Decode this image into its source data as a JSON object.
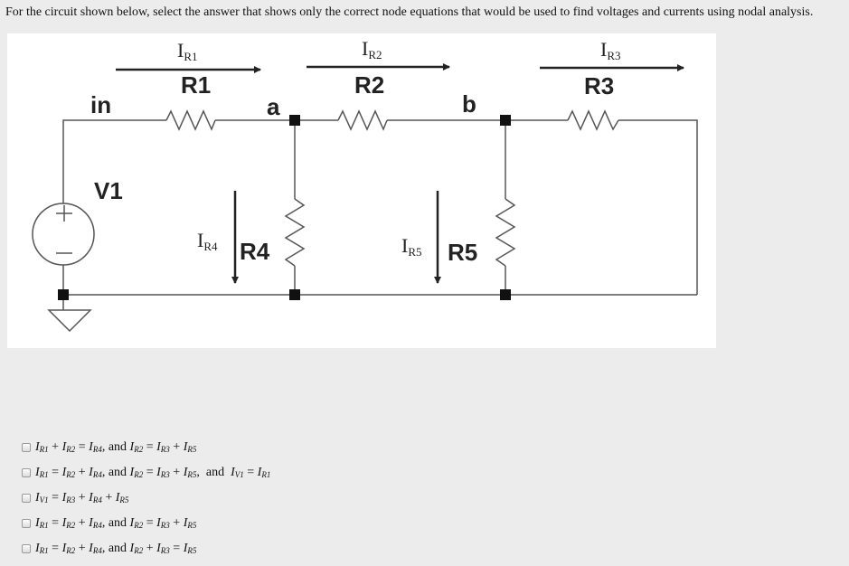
{
  "question": "For the circuit shown below, select the answer that shows only the correct node equations that would be used to find voltages and currents using nodal analysis.",
  "circuit": {
    "labels": {
      "in": "in",
      "v1": "V1",
      "node_a": "a",
      "node_b": "b",
      "r1": "R1",
      "r2": "R2",
      "r3": "R3",
      "r4": "R4",
      "r5": "R5"
    },
    "currents": {
      "ir1": {
        "main": "I",
        "sub": "R1"
      },
      "ir2": {
        "main": "I",
        "sub": "R2"
      },
      "ir3": {
        "main": "I",
        "sub": "R3"
      },
      "ir4": {
        "main": "I",
        "sub": "R4"
      },
      "ir5": {
        "main": "I",
        "sub": "R5"
      }
    }
  },
  "options": [
    {
      "terms": [
        {
          "v": "I",
          "s": "R1"
        },
        {
          "op": " + "
        },
        {
          "v": "I",
          "s": "R2"
        },
        {
          "op": " = "
        },
        {
          "v": "I",
          "s": "R4"
        },
        {
          "t": ", and "
        },
        {
          "v": "I",
          "s": "R2"
        },
        {
          "op": " = "
        },
        {
          "v": "I",
          "s": "R3"
        },
        {
          "op": " + "
        },
        {
          "v": "I",
          "s": "R5"
        }
      ]
    },
    {
      "terms": [
        {
          "v": "I",
          "s": "R1"
        },
        {
          "op": " = "
        },
        {
          "v": "I",
          "s": "R2"
        },
        {
          "op": " + "
        },
        {
          "v": "I",
          "s": "R4"
        },
        {
          "t": ", and "
        },
        {
          "v": "I",
          "s": "R2"
        },
        {
          "op": " = "
        },
        {
          "v": "I",
          "s": "R3"
        },
        {
          "op": " + "
        },
        {
          "v": "I",
          "s": "R5"
        },
        {
          "t": ",  and  "
        },
        {
          "v": "I",
          "s": "V1"
        },
        {
          "op": " = "
        },
        {
          "v": "I",
          "s": "R1"
        }
      ]
    },
    {
      "terms": [
        {
          "v": "I",
          "s": "V1"
        },
        {
          "op": " = "
        },
        {
          "v": "I",
          "s": "R3"
        },
        {
          "op": " + "
        },
        {
          "v": "I",
          "s": "R4"
        },
        {
          "op": " + "
        },
        {
          "v": "I",
          "s": "R5"
        }
      ]
    },
    {
      "terms": [
        {
          "v": "I",
          "s": "R1"
        },
        {
          "op": " = "
        },
        {
          "v": "I",
          "s": "R2"
        },
        {
          "op": " + "
        },
        {
          "v": "I",
          "s": "R4"
        },
        {
          "t": ", and "
        },
        {
          "v": "I",
          "s": "R2"
        },
        {
          "op": " = "
        },
        {
          "v": "I",
          "s": "R3"
        },
        {
          "op": " + "
        },
        {
          "v": "I",
          "s": "R5"
        }
      ]
    },
    {
      "terms": [
        {
          "v": "I",
          "s": "R1"
        },
        {
          "op": " = "
        },
        {
          "v": "I",
          "s": "R2"
        },
        {
          "op": " + "
        },
        {
          "v": "I",
          "s": "R4"
        },
        {
          "t": ", and "
        },
        {
          "v": "I",
          "s": "R2"
        },
        {
          "op": " + "
        },
        {
          "v": "I",
          "s": "R3"
        },
        {
          "op": " = "
        },
        {
          "v": "I",
          "s": "R5"
        }
      ]
    }
  ]
}
